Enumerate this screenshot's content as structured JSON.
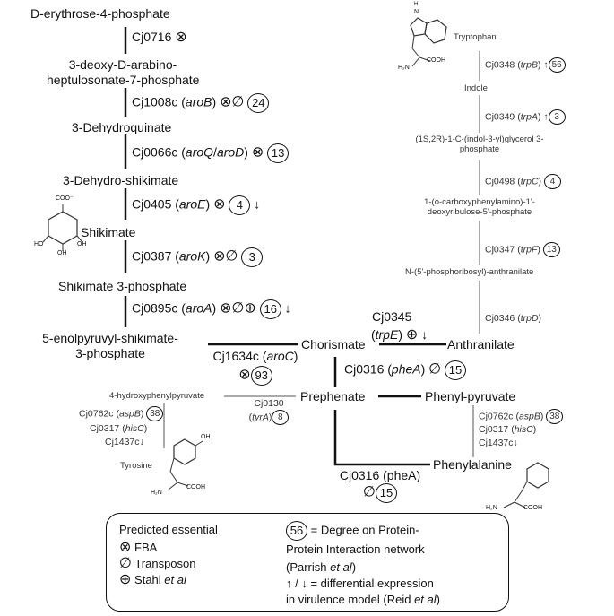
{
  "left_pathway": {
    "compounds": [
      "D-erythrose-4-phosphate",
      "3-deoxy-D-arabino-",
      "heptulosonate-7-phosphate",
      "3-Dehydroquinate",
      "3-Dehydro-shikimate",
      "Shikimate",
      "Shikimate 3-phosphate",
      "5-enolpyruvyl-shikimate-",
      "3-phosphate"
    ],
    "genes": [
      {
        "id": "Cj0716",
        "symbols": "⊗"
      },
      {
        "id": "Cj1008c (",
        "name": "aroB",
        "close": ")",
        "symbols": "⊗∅",
        "degree": "24"
      },
      {
        "id": "Cj0066c (",
        "name": "aroQ",
        "slash": "/",
        "name2": "aroD",
        "close": ")",
        "symbols": "⊗",
        "degree": "13"
      },
      {
        "id": "Cj0405 (",
        "name": "aroE",
        "close": ")",
        "symbols": "⊗",
        "degree": "4",
        "arrow": "↓"
      },
      {
        "id": "Cj0387 (",
        "name": "aroK",
        "close": ")",
        "symbols": "⊗∅",
        "degree": "3"
      },
      {
        "id": "Cj0895c (",
        "name": "aroA",
        "close": ")",
        "symbols": "⊗∅⊕",
        "degree": "16",
        "arrow": "↓"
      }
    ],
    "aroC": {
      "id": "Cj1634c (",
      "name": "aroC",
      "close": ")",
      "symbols": "⊗",
      "degree": "93"
    }
  },
  "center": {
    "chorismate": "Chorismate",
    "anthranilate": "Anthranilate",
    "prephenate": "Prephenate",
    "phenylpyruvate": "Phenyl-pyruvate",
    "phenylalanine": "Phenylalanine",
    "trpE": {
      "id": "Cj0345",
      "open": "(",
      "name": "trpE",
      "close": ")",
      "symbols": "⊕",
      "arrow": "↓"
    },
    "pheA_top": {
      "id": "Cj0316 (",
      "name": "pheA",
      "close": ")",
      "symbols": "∅",
      "degree": "15"
    },
    "pheA_bottom": {
      "label": "Cj0316 (pheA)",
      "symbols": "∅",
      "degree": "15"
    },
    "tyrA": {
      "id": "Cj0130",
      "open": "(",
      "name": "tyrA",
      "close": ")",
      "degree": "8"
    }
  },
  "tyrosine_branch": {
    "hydroxyphenylpyruvate": "4-hydroxyphenylpyruvate",
    "gene1": {
      "id": "Cj0762c (",
      "name": "aspB",
      "close": ")",
      "degree": "38"
    },
    "gene2": {
      "id": "Cj0317 (",
      "name": "hisC",
      "close": ")"
    },
    "gene3": {
      "id": "Cj1437c",
      "arrow": "↓"
    },
    "tyrosine": "Tyrosine"
  },
  "phe_branch": {
    "gene1": {
      "id": "Cj0762c (",
      "name": "aspB",
      "close": ")",
      "degree": "38"
    },
    "gene2": {
      "id": "Cj0317 (",
      "name": "hisC",
      "close": ")"
    },
    "gene3": {
      "id": "Cj1437c",
      "arrow": "↓"
    }
  },
  "tryptophan_pathway": {
    "tryptophan": "Tryptophan",
    "indole": "Indole",
    "glycerol3p_1": "(1S,2R)-1-C-(indol-3-yl)glycerol 3-",
    "glycerol3p_2": "phosphate",
    "carboxy_1": "1-(o-carboxyphenylamino)-1'-",
    "carboxy_2": "deoxyribulose-5'-phosphate",
    "phosphoribosyl": "N-(5'-phosphoribosyl)-anthranilate",
    "genes": [
      {
        "id": "Cj0348 (",
        "name": "trpB",
        "close": ")",
        "arrow": "↑",
        "degree": "56"
      },
      {
        "id": "Cj0349 (",
        "name": "trpA",
        "close": ")",
        "arrow": "↑",
        "degree": "3"
      },
      {
        "id": "Cj0498 (",
        "name": "trpC",
        "close": ")",
        "degree": "4"
      },
      {
        "id": "Cj0347 (",
        "name": "trpF",
        "close": ")",
        "degree": "13"
      },
      {
        "id": "Cj0346 (",
        "name": "trpD",
        "close": ")"
      }
    ]
  },
  "molecules": {
    "coo": "COO⁻",
    "ho": "HO",
    "oh": "OH",
    "h2n": "H₂N",
    "cooh": "COOH",
    "nh": "N",
    "h": "H"
  },
  "legend": {
    "title": "Predicted essential",
    "fba_sym": "⊗",
    "fba": "FBA",
    "transposon_sym": "∅",
    "transposon": "Transposon",
    "stahl_sym": "⊕",
    "stahl": "Stahl ",
    "stahl_etal": "et al",
    "degree_example": "56",
    "degree_text1": "= Degree on Protein-",
    "degree_text2": "Protein Interaction network",
    "parrish_open": "(Parrish ",
    "parrish_etal": "et al",
    "parrish_close": ")",
    "expr1": "↑ / ↓ = differential expression",
    "expr2_a": "in virulence model (Reid ",
    "expr2_etal": "et al",
    "expr2_close": ")"
  }
}
